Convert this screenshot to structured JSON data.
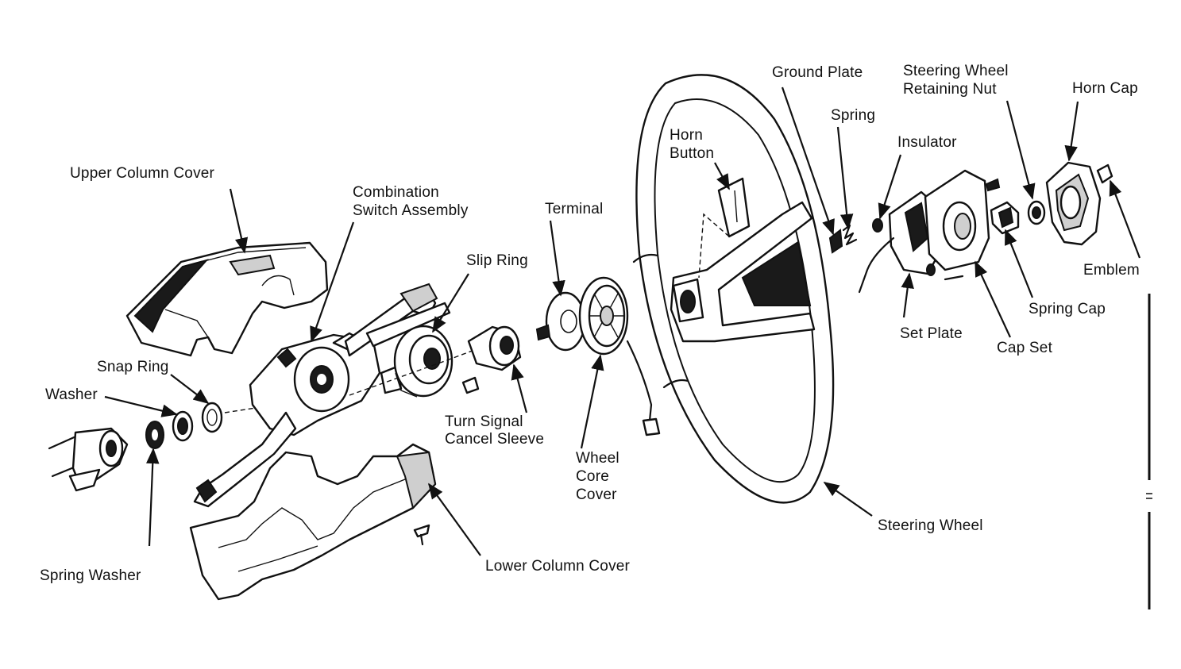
{
  "labels": {
    "upper_column_cover": "Upper Column Cover",
    "combination_switch_line1": "Combination",
    "combination_switch_line2": "Switch Assembly",
    "slip_ring": "Slip Ring",
    "terminal": "Terminal",
    "horn_button_line1": "Horn",
    "horn_button_line2": "Button",
    "ground_plate": "Ground Plate",
    "spring": "Spring",
    "insulator": "Insulator",
    "retaining_nut_line1": "Steering Wheel",
    "retaining_nut_line2": "Retaining Nut",
    "horn_cap": "Horn Cap",
    "emblem": "Emblem",
    "spring_cap": "Spring Cap",
    "set_plate": "Set Plate",
    "cap_set": "Cap Set",
    "snap_ring": "Snap Ring",
    "washer": "Washer",
    "turn_signal_line1": "Turn Signal",
    "turn_signal_line2": "Cancel Sleeve",
    "wheel_core_line1": "Wheel",
    "wheel_core_line2": "Core",
    "wheel_core_line3": "Cover",
    "steering_wheel": "Steering Wheel",
    "spring_washer": "Spring Washer",
    "lower_column_cover": "Lower Column Cover"
  }
}
